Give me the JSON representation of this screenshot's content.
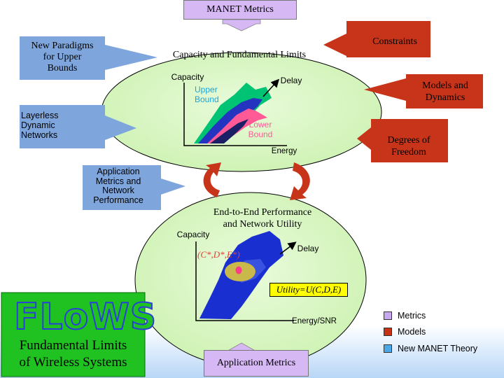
{
  "top_box": {
    "label": "MANET Metrics"
  },
  "bottom_box": {
    "label": "Application Metrics"
  },
  "left_arrows": {
    "new_paradigms": "New Paradigms\nfor Upper\nBounds",
    "layerless": "Layerless\nDynamic\nNetworks",
    "app_metrics": "Application\nMetrics and\nNetwork\nPerformance"
  },
  "right_arrows": {
    "constraints": "Constraints",
    "models": "Models and\nDynamics",
    "degrees": "Degrees of\nFreedom"
  },
  "upper_ellipse": {
    "title": "Capacity and Fundamental Limits",
    "axis_capacity": "Capacity",
    "axis_delay": "Delay",
    "axis_energy": "Energy",
    "upper_bound": "Upper\nBound",
    "lower_bound": "Lower\nBound"
  },
  "lower_ellipse": {
    "title": "End-to-End Performance\nand Network Utility",
    "axis_capacity": "Capacity",
    "axis_delay": "Delay",
    "axis_energy": "Energy/SNR",
    "point": "(C*,D*,E*)",
    "utility": "Utility=U(C,D,E)"
  },
  "logo": {
    "wordmark": "FLoWS",
    "subtitle": "Fundamental Limits\nof Wireless Systems"
  },
  "legend": [
    {
      "label": "Metrics",
      "color": "#c8a8f0"
    },
    {
      "label": "Models",
      "color": "#c83214"
    },
    {
      "label": "New MANET Theory",
      "color": "#4aa8e8"
    }
  ],
  "colors": {
    "ellipse": "#d8f7c0",
    "metric_box": "#d6b8f4",
    "model_arrow": "#c8341a",
    "left_arrow": "#7ea6dd",
    "logo_bg": "#1fc221",
    "logo_text": "#2a3fd8"
  }
}
